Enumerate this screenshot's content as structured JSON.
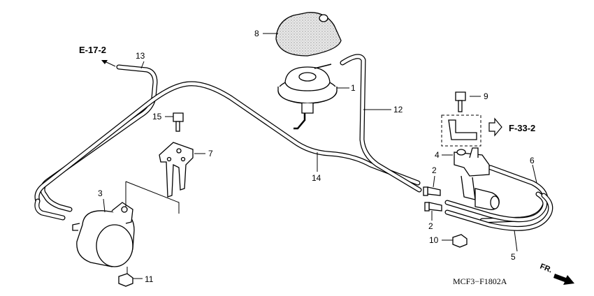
{
  "labels": {
    "p1": "1",
    "p2a": "2",
    "p2b": "2",
    "p3": "3",
    "p4": "4",
    "p5": "5",
    "p6": "6",
    "p7": "7",
    "p8": "8",
    "p9": "9",
    "p10": "10",
    "p11": "11",
    "p12": "12",
    "p13": "13",
    "p14": "14",
    "p15": "15"
  },
  "references": {
    "left": "E-17-2",
    "right": "F-33-2"
  },
  "direction": "FR.",
  "diagram_code": "MCF3−F1802A",
  "colors": {
    "ink": "#000000",
    "paper": "#ffffff",
    "foam": "#cccccc"
  }
}
